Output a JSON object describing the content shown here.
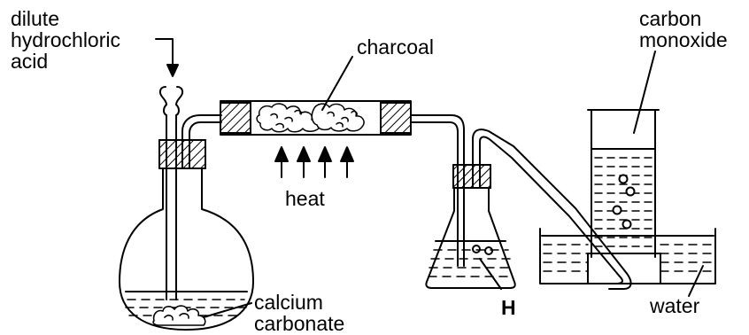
{
  "labels": {
    "acid": [
      "dilute",
      "hydrochloric",
      "acid"
    ],
    "charcoal": "charcoal",
    "heat": "heat",
    "carbon_monoxide": [
      "carbon",
      "monoxide"
    ],
    "calcium_carbonate": [
      "calcium",
      "carbonate"
    ],
    "h_mark": "H",
    "water": "water"
  },
  "colors": {
    "ink": "#000000",
    "background": "#ffffff"
  }
}
